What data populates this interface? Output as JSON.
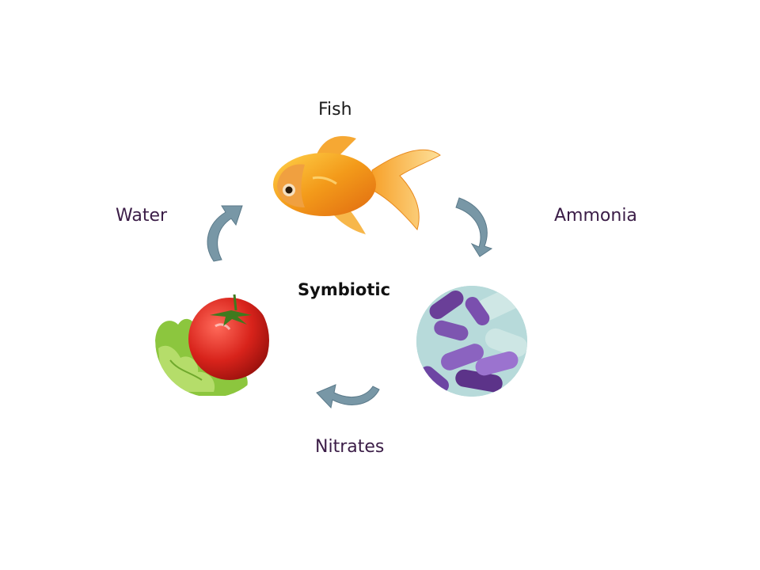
{
  "diagram": {
    "center_label": "Symbiotic",
    "nodes": {
      "fish": {
        "label": "Fish",
        "icon": "goldfish-icon"
      },
      "bacteria": {
        "icon": "bacteria-icon"
      },
      "plants": {
        "icon": "tomato-lettuce-icon"
      }
    },
    "edges": {
      "fish_to_bacteria": "Ammonia",
      "bacteria_to_plants": "Nitrates",
      "plants_to_fish": "Water"
    },
    "colors": {
      "arrow": "#7897a6",
      "arrow_stroke": "#5b7a8a",
      "edge_text": "#3b1d47"
    }
  }
}
